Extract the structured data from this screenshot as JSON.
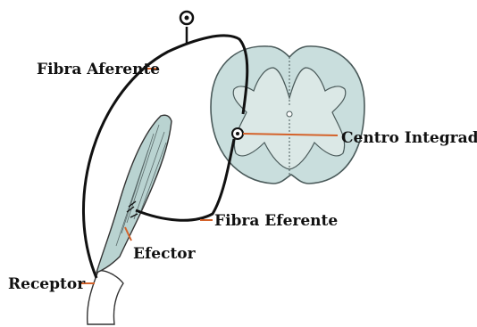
{
  "diagram": {
    "labels": {
      "afferent_fiber": "Fibra Aferente",
      "integration_center": "Centro Integrador",
      "efferent_fiber": "Fibra Eferente",
      "effector": "Efector",
      "receptor": "Receptor"
    },
    "colors": {
      "spinal_cord_fill": "#c9dedd",
      "muscle_fill": "#b9d3d1",
      "nerve_line": "#111111",
      "leader_line": "#d4622a"
    }
  }
}
